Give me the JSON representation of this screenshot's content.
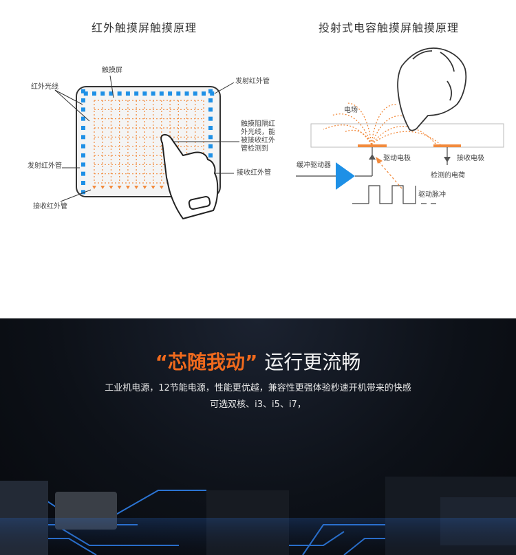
{
  "infrared_panel": {
    "title": "红外触摸屏触摸原理",
    "labels": {
      "touch_screen": "触摸屏",
      "infrared_light": "红外光线",
      "emit_tube_right": "发射红外管",
      "blocked_text": "触摸阻隔红外光线，能被接收红外管检测到",
      "emit_tube_left": "发射红外管",
      "receive_tube_right": "接收红外管",
      "receive_tube_bottom": "接收红外管"
    }
  },
  "capacitive_panel": {
    "title": "投射式电容触摸屏触摸原理",
    "labels": {
      "electric_field": "电场",
      "buffer_driver": "缓冲驱动器",
      "drive_electrode": "驱动电极",
      "receive_electrode": "接收电极",
      "detected_charge": "检测的电荷",
      "drive_pulse": "驱动脉冲"
    }
  },
  "promo": {
    "headline_quote": "“芯随我动”",
    "headline_rest": "运行更流畅",
    "line1": "工业机电源，12节能电源，性能更优越，兼容性更强体验秒速开机带来的快感",
    "line2": "可选双核、i3、i5、i7，"
  },
  "colors": {
    "accent": "#f06a1d",
    "led_blue": "#1e90e6",
    "infrared_orange": "#f28a3c"
  }
}
